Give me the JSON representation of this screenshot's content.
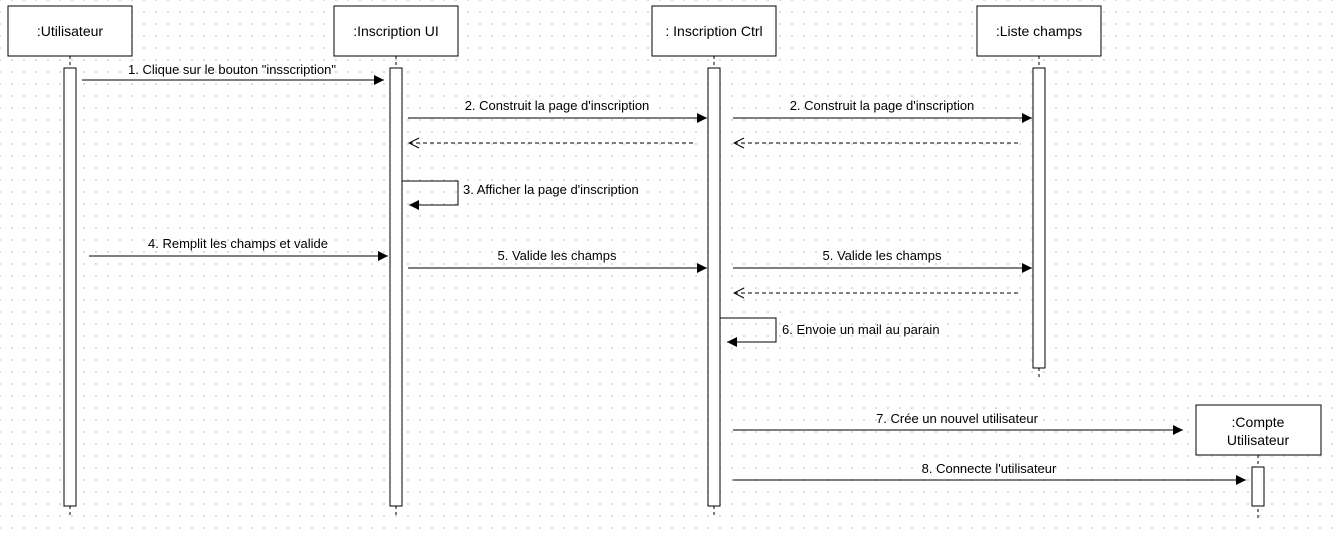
{
  "participants": [
    {
      "id": "utilisateur",
      "label": ":Utilisateur"
    },
    {
      "id": "inscription-ui",
      "label": ":Inscription UI"
    },
    {
      "id": "inscription-ctrl",
      "label": ": Inscription Ctrl"
    },
    {
      "id": "liste-champs",
      "label": ":Liste champs"
    },
    {
      "id": "compte-utilisateur",
      "label_lines": [
        ":Compte",
        "Utilisateur"
      ]
    }
  ],
  "messages": [
    {
      "id": "m1",
      "label": "1. Clique sur le bouton \"insscription\"",
      "from": "utilisateur",
      "to": "inscription-ui",
      "kind": "sync"
    },
    {
      "id": "m2a",
      "label": "2. Construit la page d'inscription",
      "from": "inscription-ui",
      "to": "inscription-ctrl",
      "kind": "sync"
    },
    {
      "id": "m2b",
      "label": "2. Construit la page d'inscription",
      "from": "inscription-ctrl",
      "to": "liste-champs",
      "kind": "sync"
    },
    {
      "id": "r2a",
      "label": "",
      "from": "inscription-ctrl",
      "to": "inscription-ui",
      "kind": "return"
    },
    {
      "id": "r2b",
      "label": "",
      "from": "liste-champs",
      "to": "inscription-ctrl",
      "kind": "return"
    },
    {
      "id": "m3",
      "label": "3. Afficher la page d'inscription",
      "from": "inscription-ui",
      "to": "inscription-ui",
      "kind": "self"
    },
    {
      "id": "m4",
      "label": "4. Remplit les champs et valide",
      "from": "utilisateur",
      "to": "inscription-ui",
      "kind": "sync"
    },
    {
      "id": "m5a",
      "label": "5. Valide les champs",
      "from": "inscription-ui",
      "to": "inscription-ctrl",
      "kind": "sync"
    },
    {
      "id": "m5b",
      "label": "5. Valide les champs",
      "from": "inscription-ctrl",
      "to": "liste-champs",
      "kind": "sync"
    },
    {
      "id": "r5",
      "label": "",
      "from": "liste-champs",
      "to": "inscription-ctrl",
      "kind": "return"
    },
    {
      "id": "m6",
      "label": "6. Envoie un mail au parain",
      "from": "inscription-ctrl",
      "to": "inscription-ctrl",
      "kind": "self"
    },
    {
      "id": "m7",
      "label": "7. Crée un nouvel utilisateur",
      "from": "inscription-ctrl",
      "to": "compte-utilisateur",
      "kind": "create"
    },
    {
      "id": "m8",
      "label": "8. Connecte l'utilisateur",
      "from": "inscription-ctrl",
      "to": "compte-utilisateur",
      "kind": "sync"
    }
  ]
}
